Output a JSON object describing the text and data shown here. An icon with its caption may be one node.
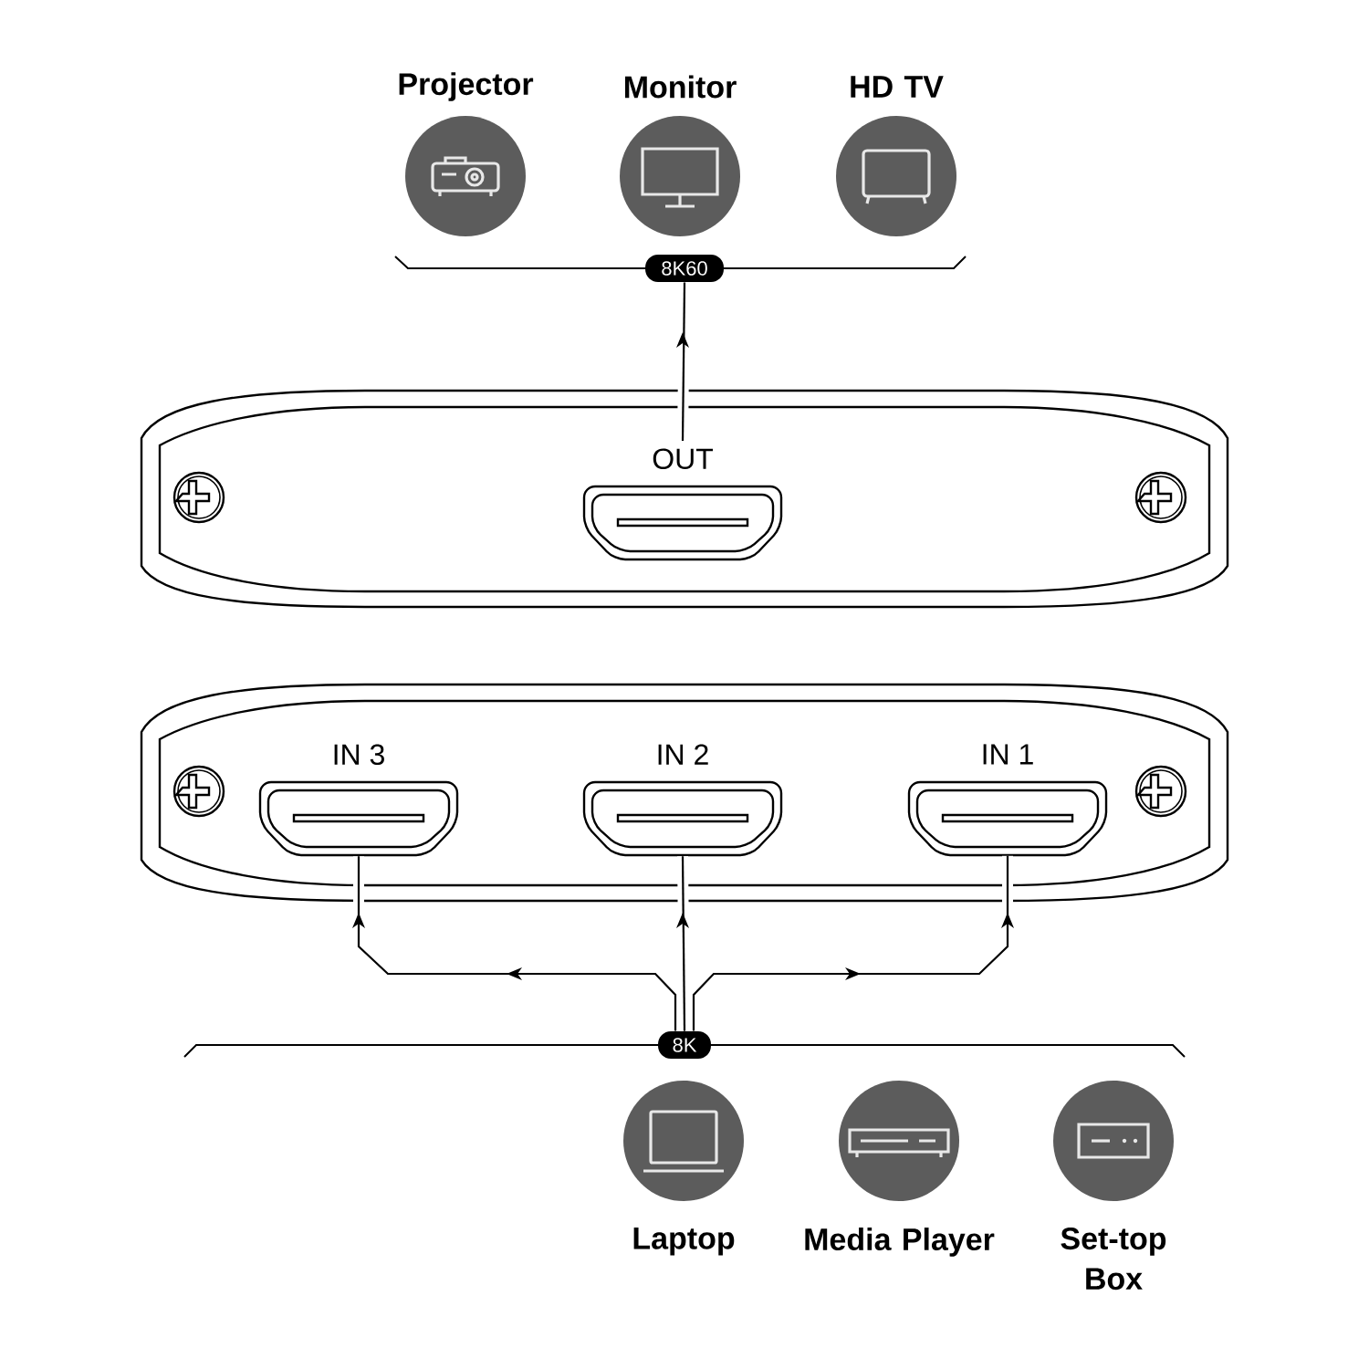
{
  "diagram": {
    "nodes": [
      {
        "text": [
          "Projector"
        ]
      },
      {
        "text": [
          "Monitor"
        ]
      },
      {
        "text": [
          "HD TV"
        ]
      },
      {
        "text": [
          "8K60"
        ]
      },
      {
        "text": [
          "OUT"
        ]
      },
      {
        "text": [
          "IN 3"
        ]
      },
      {
        "text": [
          "IN 2"
        ]
      },
      {
        "text": [
          "IN 1"
        ]
      },
      {
        "text": [
          "8K"
        ]
      },
      {
        "text": [
          "Laptop"
        ]
      },
      {
        "text": [
          "Media Player"
        ]
      },
      {
        "text": [
          "Set-top Box"
        ]
      }
    ],
    "edges": [
      {
        "from": 4,
        "to": 3,
        "arrow": "to"
      },
      {
        "from": 8,
        "to": 5,
        "arrow": "to"
      },
      {
        "from": 8,
        "to": 6,
        "arrow": "to"
      },
      {
        "from": 8,
        "to": 7,
        "arrow": "to"
      }
    ]
  }
}
